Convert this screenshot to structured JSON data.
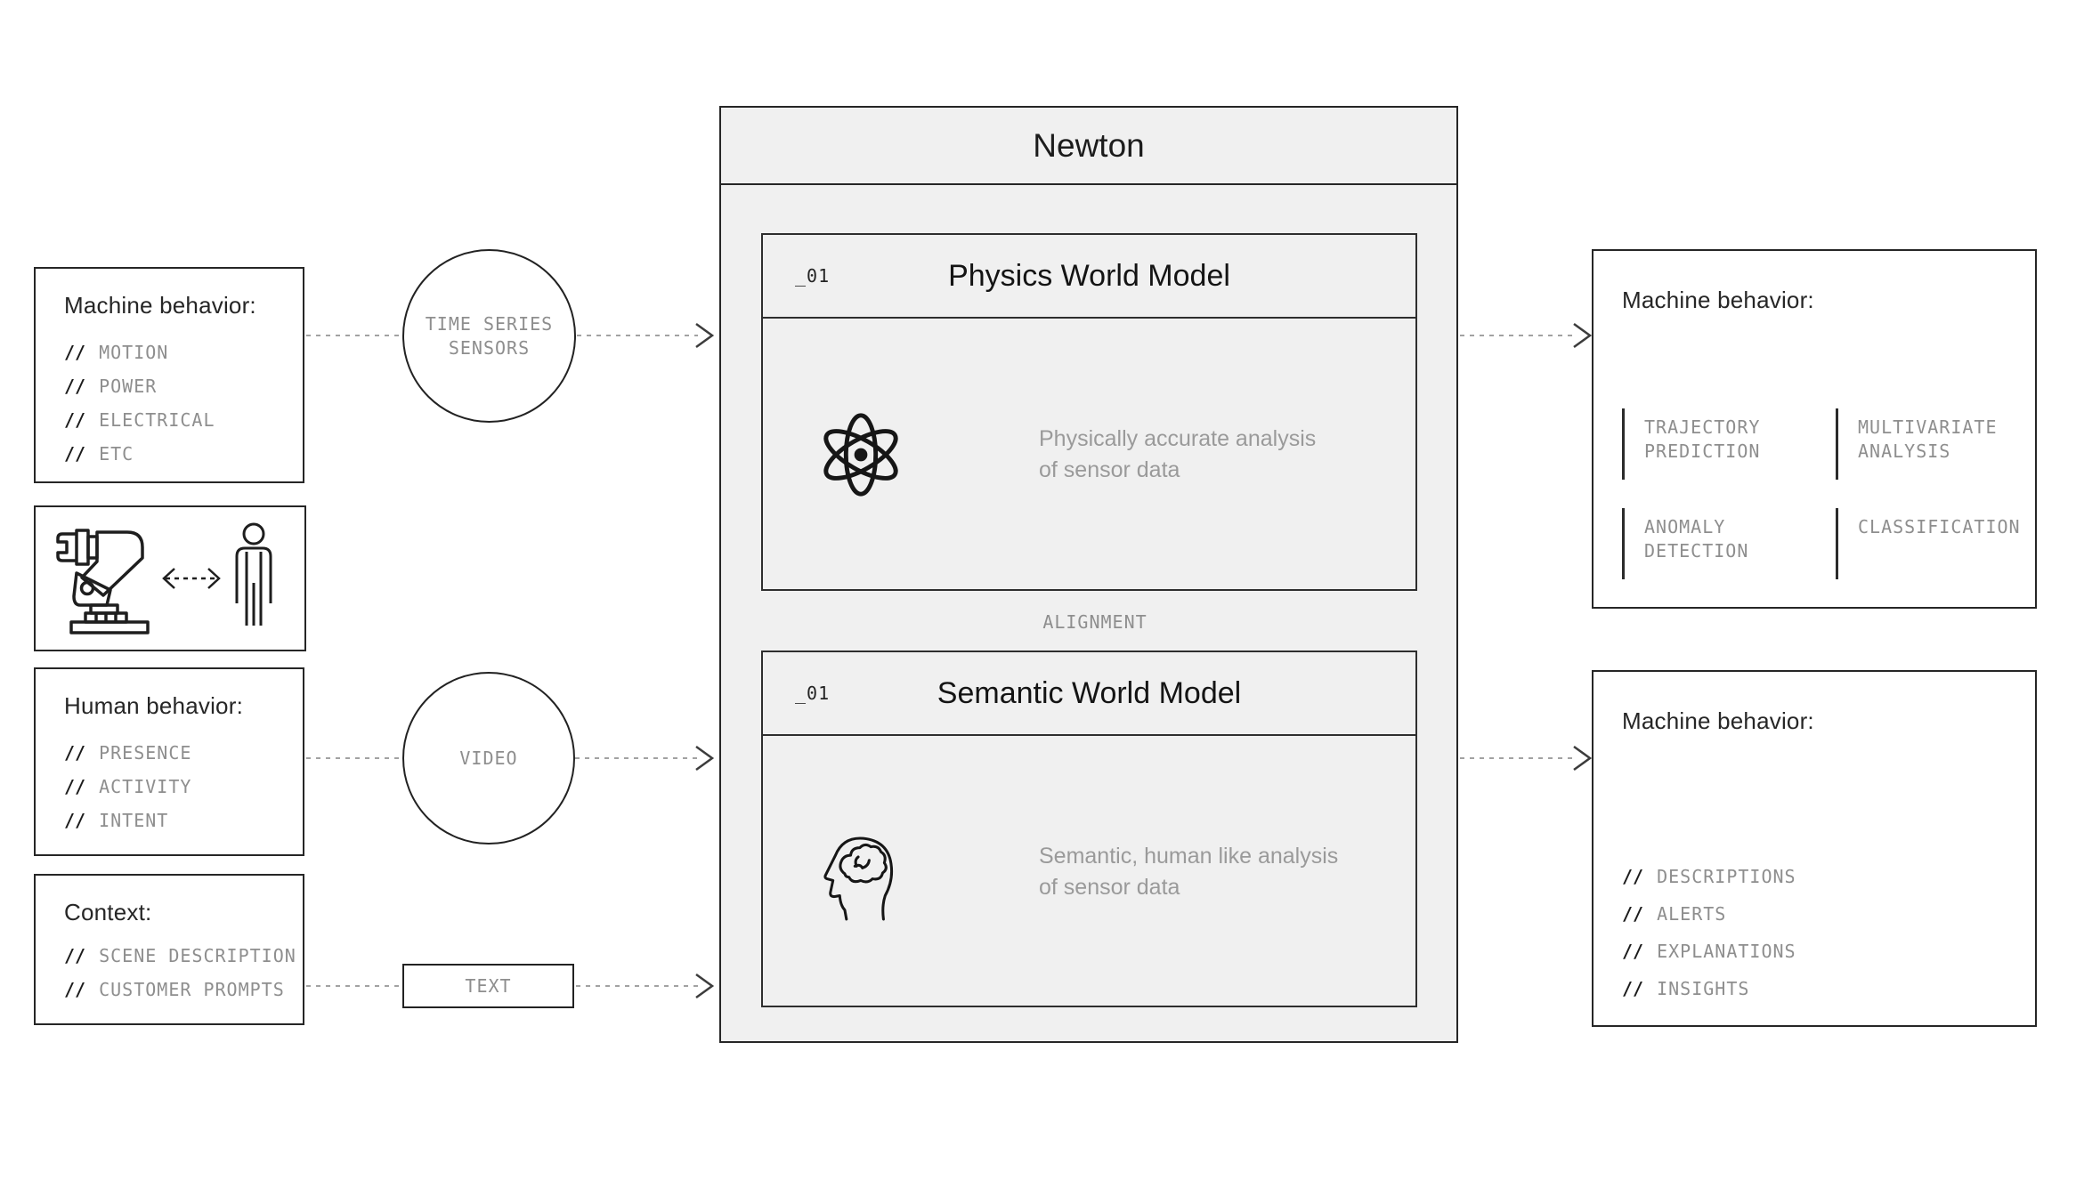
{
  "marks": {
    "slash": "//"
  },
  "newton": {
    "title": "Newton",
    "physics": {
      "index": "_01",
      "title": "Physics World Model",
      "desc_line1": "Physically accurate analysis",
      "desc_line2": "of sensor data"
    },
    "alignment": "ALIGNMENT",
    "semantic": {
      "index": "_01",
      "title": "Semantic World Model",
      "desc_line1": "Semantic, human like analysis",
      "desc_line2": "of sensor data"
    }
  },
  "inputs": {
    "machine": {
      "title": "Machine behavior:",
      "items": [
        "MOTION",
        "POWER",
        "ELECTRICAL",
        "ETC"
      ]
    },
    "human": {
      "title": "Human behavior:",
      "items": [
        "PRESENCE",
        "ACTIVITY",
        "INTENT"
      ]
    },
    "context": {
      "title": "Context:",
      "items": [
        "SCENE DESCRIPTION",
        "CUSTOMER PROMPTS"
      ]
    }
  },
  "sensors": {
    "time_series": {
      "line1": "TIME SERIES",
      "line2": "SENSORS"
    },
    "video": {
      "label": "VIDEO"
    },
    "text": {
      "label": "TEXT"
    }
  },
  "outputs": {
    "machine": {
      "title": "Machine behavior:",
      "grid": [
        {
          "line1": "TRAJECTORY",
          "line2": "PREDICTION"
        },
        {
          "line1": "MULTIVARIATE",
          "line2": "ANALYSIS"
        },
        {
          "line1": "ANOMALY",
          "line2": "DETECTION"
        },
        {
          "line1": "CLASSIFICATION",
          "line2": ""
        }
      ]
    },
    "semantic": {
      "title": "Machine behavior:",
      "items": [
        "DESCRIPTIONS",
        "ALERTS",
        "EXPLANATIONS",
        "INSIGHTS"
      ]
    }
  },
  "colors": {
    "panel_fill": "#f0f0f0",
    "line_dark": "#262626",
    "text_dark": "#1e1e1e",
    "text_gray": "#8e8e8e",
    "dash_gray": "#a2a2a2"
  }
}
